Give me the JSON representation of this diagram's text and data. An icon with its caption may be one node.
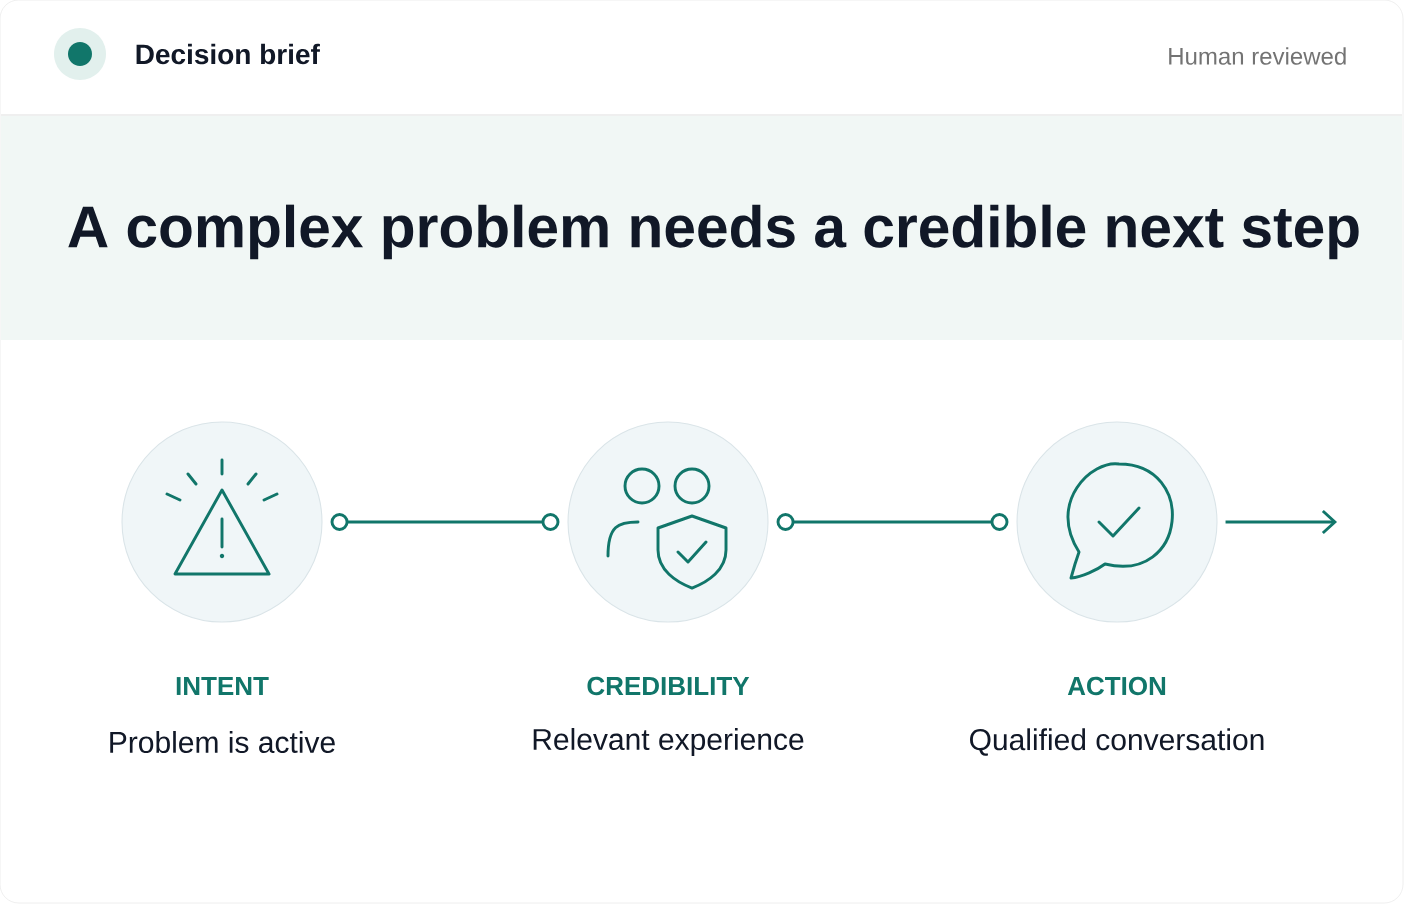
{
  "diagram": {
    "title": "A complex problem needs a credible next step",
    "nodes": [
      {
        "text": [
          "INTENT",
          "Problem is active"
        ]
      },
      {
        "text": [
          "CREDIBILITY",
          "Relevant experience"
        ]
      },
      {
        "text": [
          "ACTION",
          "Qualified conversation"
        ]
      }
    ],
    "edges": [
      {
        "from": 0,
        "to": 1,
        "arrow": "other"
      },
      {
        "from": 1,
        "to": 2,
        "arrow": "other"
      },
      {
        "from": 2,
        "to": null,
        "arrow": "to"
      }
    ],
    "labels": [
      "Decision brief",
      "Human reviewed"
    ]
  }
}
